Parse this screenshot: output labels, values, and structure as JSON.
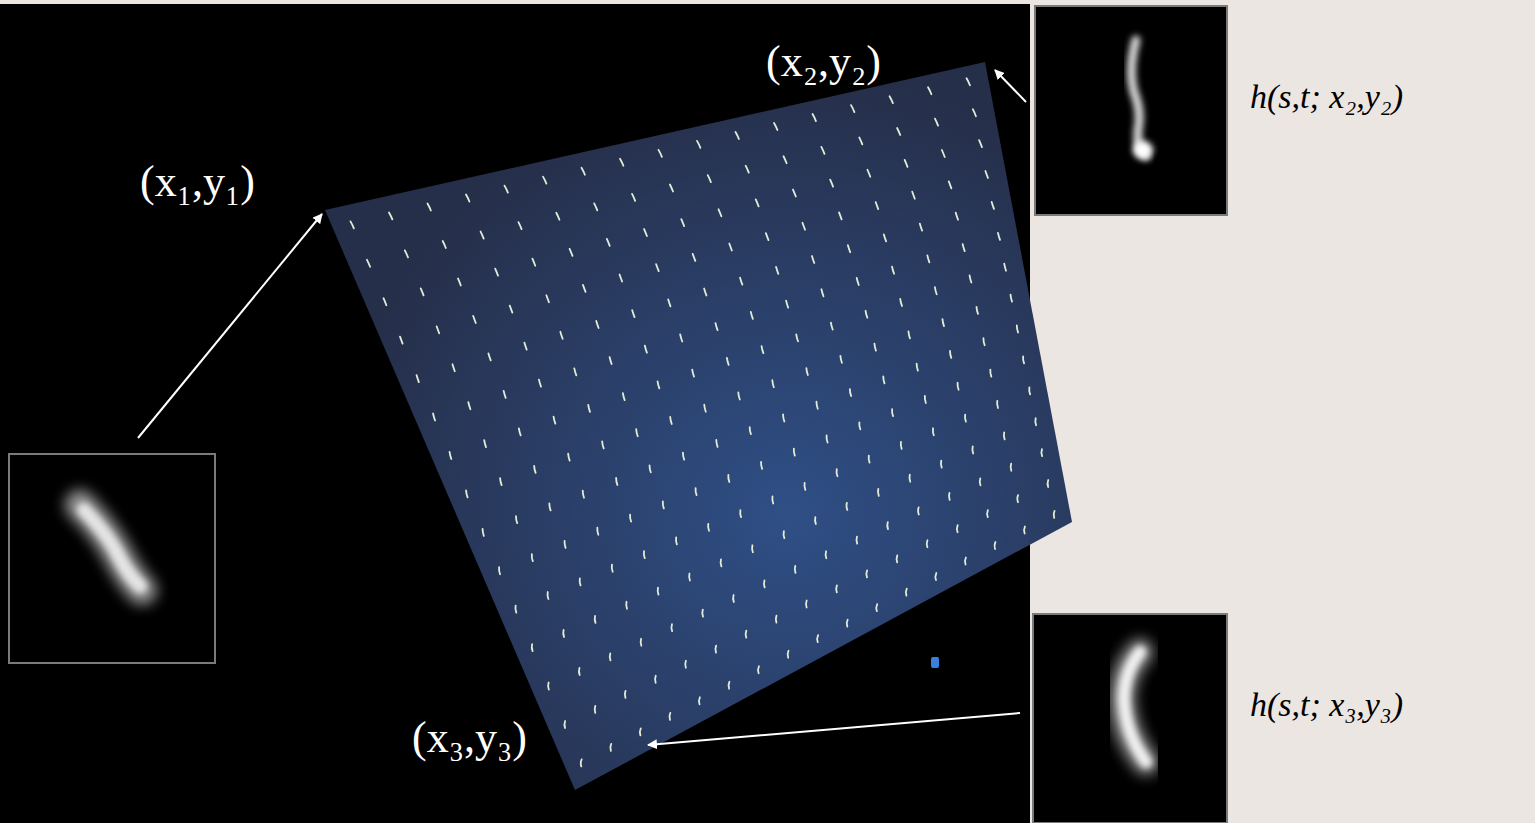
{
  "diagram": {
    "labels": [
      "(x₁,y₁)",
      "(x₂,y₂)",
      "h(s,t; x₂,y₂)",
      "(x₃,y₃)",
      "h(s,t; x₃,y₃)"
    ]
  }
}
